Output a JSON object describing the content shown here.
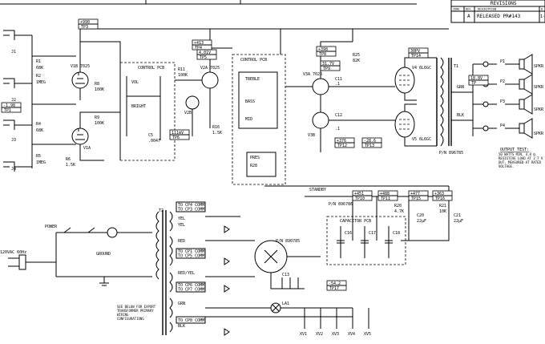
{
  "revisions": {
    "title": "REVISIONS",
    "headers": [
      "ZONE",
      "REV.",
      "DESCRIPTION",
      "D"
    ],
    "row": {
      "zone": "",
      "rev": "A",
      "description": "RELEASED PR#143",
      "date": "1-"
    }
  },
  "test_points": [
    {
      "value": "+990",
      "id": "TP3"
    },
    {
      "value": "+413",
      "id": "TP4"
    },
    {
      "value": "4.01V",
      "id": "TP5"
    },
    {
      "value": "+398",
      "id": "TP8"
    },
    {
      "value": "31.7V",
      "id": "TP9"
    },
    {
      "value": "30PV",
      "id": "TP14"
    },
    {
      "value": "18.8V",
      "id": "TP"
    },
    {
      "value": "-1.98",
      "id": "TP1"
    },
    {
      "value": "111mV",
      "id": "TP6"
    },
    {
      "value": "+376",
      "id": "TP12"
    },
    {
      "value": "-28.6",
      "id": "TP13"
    },
    {
      "value": "+451",
      "id": "TP10"
    },
    {
      "value": "+488",
      "id": "TP11"
    },
    {
      "value": "+477",
      "id": "TP15"
    },
    {
      "value": "+363",
      "id": "TP16"
    },
    {
      "value": "-54.2",
      "id": "TP17"
    }
  ],
  "block_labels": {
    "control_pcb": "CONTROL PCB",
    "control_pcb_b": "CONTROL PCB",
    "capacitor_pcb": "CAPACITOR PCB",
    "standby": "STANDBY",
    "power": "POWER",
    "ground": "GROUND",
    "t1": "T1",
    "t2": "T2"
  },
  "tube_labels": [
    "V1B 7025",
    "V1A",
    "V2A 7025",
    "V2B",
    "V3A 7025",
    "V3B",
    "V4 6L6GC",
    "V5 6L6GC"
  ],
  "jacks": [
    "J1",
    "J2",
    "J3",
    "J4"
  ],
  "speakers": [
    {
      "plug": "P1",
      "label": "SPKR"
    },
    {
      "plug": "P2",
      "label": "SPKR"
    },
    {
      "plug": "P3",
      "label": "SPKR"
    },
    {
      "plug": "P4",
      "label": "SPKR"
    }
  ],
  "transformer_taps": [
    {
      "color": "YEL",
      "text": "YEL"
    },
    {
      "color": "RED",
      "text": "RED"
    },
    {
      "color": "RED/YEL",
      "text": "RED/YEL"
    },
    {
      "color": "GRN",
      "text": "GRN"
    },
    {
      "color": "BLK",
      "text": "BLK"
    }
  ],
  "tap_destinations": [
    "TO CP4 COMM",
    "TO CP3 COMM",
    "TO CP1 COMM",
    "TO CP5 COMM",
    "TO CP6 COMM",
    "TO CP7 COMM",
    "TO CP8 COMM"
  ],
  "notes": {
    "output_test": "OUTPUT TEST:",
    "output_text": "50 WATTS MIN, 4.8 Ω RESISTIVE LOAD AT 2.7 V OUT. MEASURED AT RATED VOLTAGE.",
    "transformer": "SEE BELOW FOR EXPORT TRANSFORMER PRIMARY WIRING CONFIGURATIONS"
  },
  "part_numbers": [
    "P/N 896785",
    "P/N 896786",
    "P/N 890785"
  ],
  "line": "120VAC 60Hz",
  "pilot_lamp": "LA1",
  "xv_labels": [
    "XV1",
    "XV2",
    "XV3",
    "XV4",
    "XV5"
  ]
}
